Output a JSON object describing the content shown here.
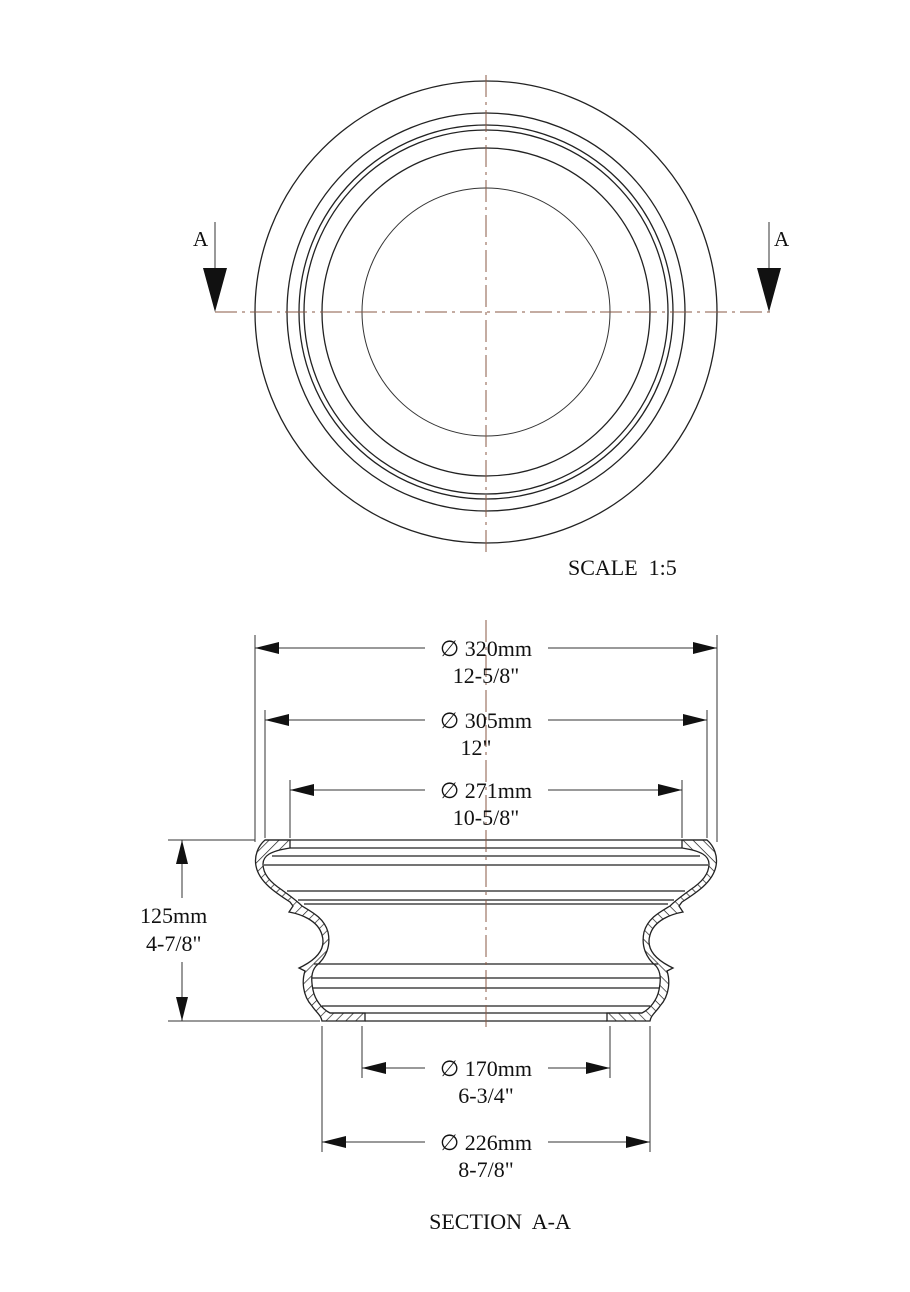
{
  "plan_view": {
    "section_marker_left": "A",
    "section_marker_right": "A",
    "scale_label": "SCALE  1:5"
  },
  "section_view": {
    "title": "SECTION  A-A",
    "dimensions": {
      "d320": {
        "metric": "∅ 320mm",
        "imperial": "12-5/8\""
      },
      "d305": {
        "metric": "∅ 305mm",
        "imperial": "12\""
      },
      "d271": {
        "metric": "∅ 271mm",
        "imperial": "10-5/8\""
      },
      "height": {
        "metric": "125mm",
        "imperial": "4-7/8\""
      },
      "d170": {
        "metric": "∅ 170mm",
        "imperial": "6-3/4\""
      },
      "d226": {
        "metric": "∅ 226mm",
        "imperial": "8-7/8\""
      }
    }
  },
  "colors": {
    "line": "#222222",
    "centerline": "#8a5a44",
    "background": "#ffffff"
  }
}
